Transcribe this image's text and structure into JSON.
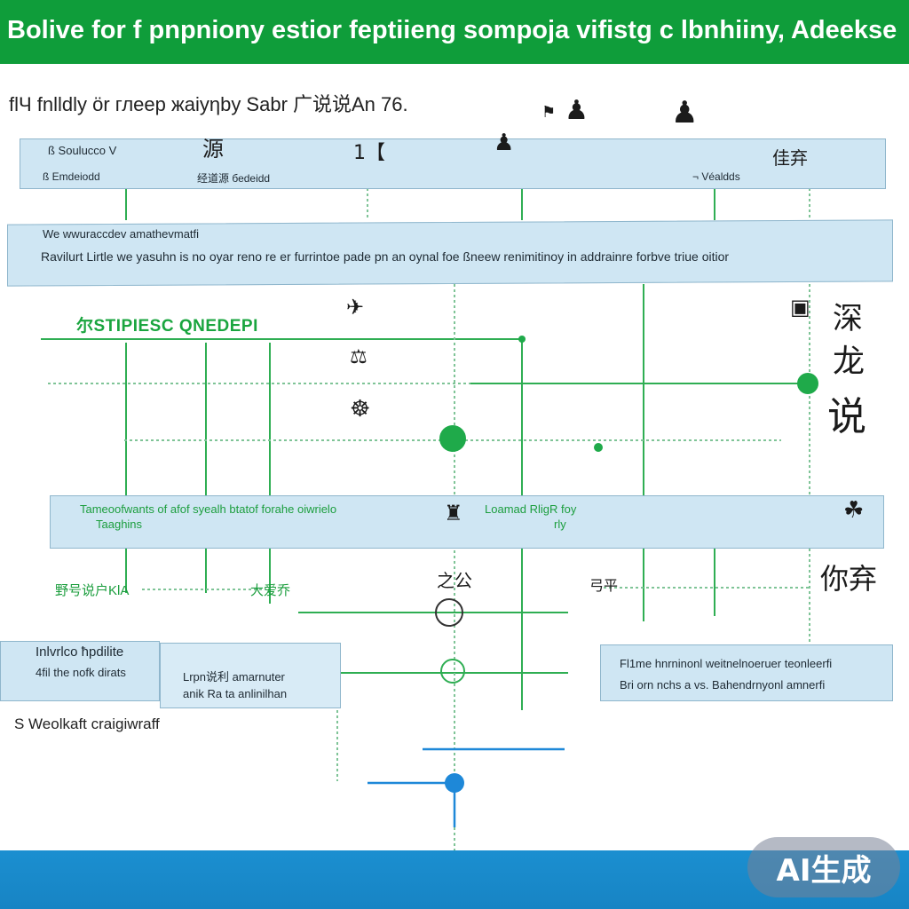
{
  "header": {
    "title": "Bolive for f pnpniony estior feptiieng sompoja vifistg c lbnhiiny, Adeekse",
    "bg_color": "#0f9d3a"
  },
  "subtitle": "flЧ fnlldly ör глеep жаiyηby Sabr 广说说An 76.",
  "timeline_bar": {
    "label_1": "ß Souluccо V",
    "label_2": "ß Emdeiodd",
    "label_3": "经道源 беdeidd",
    "label_4": "¬ Véaldds",
    "marker_1": "源",
    "marker_2": "1【",
    "marker_3": "佳弃"
  },
  "info_box": {
    "heading": "We wwuraccdev аmathevmatfi",
    "body": "Ravilurt Lirtle we yasuhn is no oyar reno re er furrintoe pade pn an oynal foe ßneew renimitinoy in addrainre forbve triue oitior"
  },
  "section_heading": "尔STIPIESC QNEDEPI",
  "middle_box": {
    "left_line_1": "Tameoofwants of afof syealh btatof forahe oiwrielo",
    "left_line_2": "Taaghins",
    "right_line_1": "Loamad RligR foy",
    "right_line_2": "rly"
  },
  "row_labels": {
    "left": "野号说户KlА",
    "center": "大爱乔",
    "r1": "之公",
    "r2": "弓平"
  },
  "left_card": {
    "line_1": "Inlvrlco ħpdilite",
    "line_2": "4fil the nofk dirats"
  },
  "center_card": {
    "line_1": "Lrpn说利 amarnuter",
    "line_2": "anik Ra ta anlinilhan"
  },
  "right_card": {
    "line_1": "Fl1me hnrninonl weitnelnoeruer teonleerfi",
    "line_2": "Bri orn nchs a vs. Bahendrnyonl amnerfi"
  },
  "caption": "S Weolkaft craigiwraff",
  "side_glyphs": {
    "g1": "深",
    "g2": "龙",
    "g3": "说",
    "g4": "你弃"
  },
  "badge": "AI生成",
  "colors": {
    "green": "#1aa53f",
    "blue_box": "#cfe6f3",
    "footer_blue": "#1b8fd0",
    "line_green": "#2fae53",
    "line_blue": "#1e88d8"
  }
}
